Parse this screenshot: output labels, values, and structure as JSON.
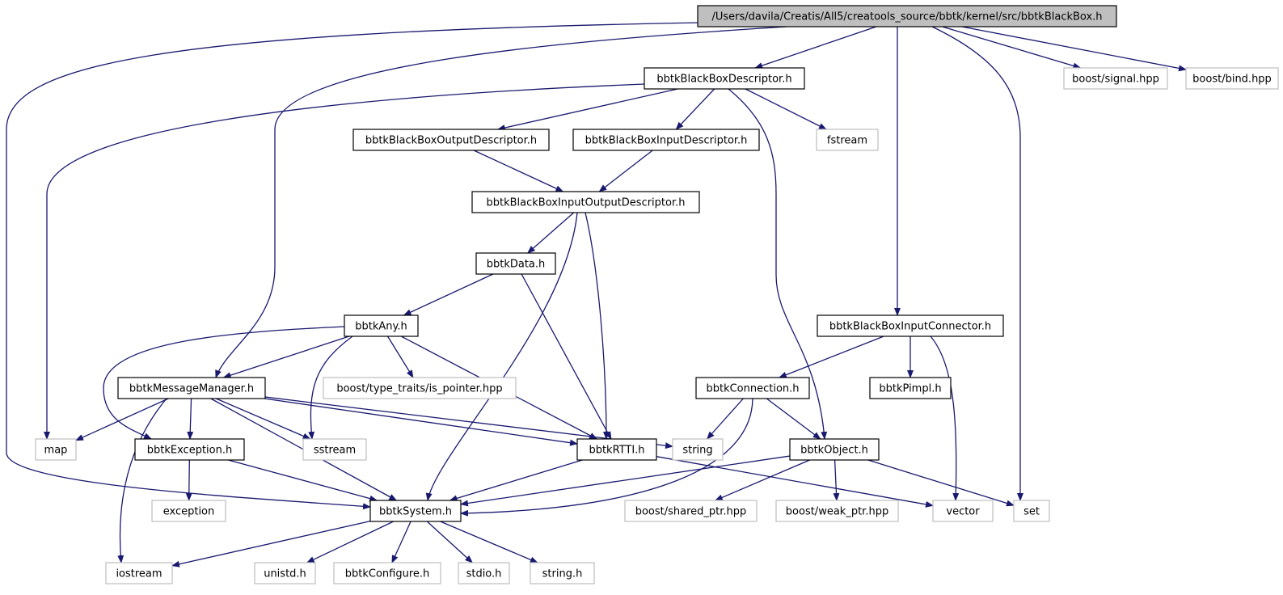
{
  "colors": {
    "edge": "#191970",
    "node_border_internal": "#000000",
    "node_border_external": "#bfbfbf",
    "node_fill_root": "#bfbfbf",
    "node_fill": "#ffffff",
    "text": "#000000"
  },
  "nodes": [
    {
      "id": "root",
      "label": "/Users/davila/Creatis/All5/creatools_source/bbtk/kernel/src/bbtkBlackBox.h",
      "kind": "root"
    },
    {
      "id": "bbdesc",
      "label": "bbtkBlackBoxDescriptor.h",
      "kind": "internal"
    },
    {
      "id": "signal",
      "label": "boost/signal.hpp",
      "kind": "external"
    },
    {
      "id": "bind",
      "label": "boost/bind.hpp",
      "kind": "external"
    },
    {
      "id": "outdesc",
      "label": "bbtkBlackBoxOutputDescriptor.h",
      "kind": "internal"
    },
    {
      "id": "indesc",
      "label": "bbtkBlackBoxInputDescriptor.h",
      "kind": "internal"
    },
    {
      "id": "fstream",
      "label": "fstream",
      "kind": "external"
    },
    {
      "id": "iodesc",
      "label": "bbtkBlackBoxInputOutputDescriptor.h",
      "kind": "internal"
    },
    {
      "id": "data",
      "label": "bbtkData.h",
      "kind": "internal"
    },
    {
      "id": "inconn",
      "label": "bbtkBlackBoxInputConnector.h",
      "kind": "internal"
    },
    {
      "id": "any",
      "label": "bbtkAny.h",
      "kind": "internal"
    },
    {
      "id": "msgmgr",
      "label": "bbtkMessageManager.h",
      "kind": "internal"
    },
    {
      "id": "typetraits",
      "label": "boost/type_traits/is_pointer.hpp",
      "kind": "external"
    },
    {
      "id": "connection",
      "label": "bbtkConnection.h",
      "kind": "internal"
    },
    {
      "id": "pimpl",
      "label": "bbtkPimpl.h",
      "kind": "internal"
    },
    {
      "id": "map",
      "label": "map",
      "kind": "external"
    },
    {
      "id": "exception_h",
      "label": "bbtkException.h",
      "kind": "internal"
    },
    {
      "id": "sstream",
      "label": "sstream",
      "kind": "external"
    },
    {
      "id": "rtti",
      "label": "bbtkRTTI.h",
      "kind": "internal"
    },
    {
      "id": "string",
      "label": "string",
      "kind": "external"
    },
    {
      "id": "object",
      "label": "bbtkObject.h",
      "kind": "internal"
    },
    {
      "id": "exception",
      "label": "exception",
      "kind": "external"
    },
    {
      "id": "system",
      "label": "bbtkSystem.h",
      "kind": "internal"
    },
    {
      "id": "sharedptr",
      "label": "boost/shared_ptr.hpp",
      "kind": "external"
    },
    {
      "id": "weakptr",
      "label": "boost/weak_ptr.hpp",
      "kind": "external"
    },
    {
      "id": "vector",
      "label": "vector",
      "kind": "external"
    },
    {
      "id": "set",
      "label": "set",
      "kind": "external"
    },
    {
      "id": "iostream",
      "label": "iostream",
      "kind": "external"
    },
    {
      "id": "unistd",
      "label": "unistd.h",
      "kind": "external"
    },
    {
      "id": "configure",
      "label": "bbtkConfigure.h",
      "kind": "external"
    },
    {
      "id": "stdio",
      "label": "stdio.h",
      "kind": "external"
    },
    {
      "id": "stringh",
      "label": "string.h",
      "kind": "external"
    }
  ],
  "edges": [
    [
      "root",
      "bbdesc"
    ],
    [
      "root",
      "signal"
    ],
    [
      "root",
      "bind"
    ],
    [
      "root",
      "inconn"
    ],
    [
      "root",
      "set"
    ],
    [
      "root",
      "msgmgr"
    ],
    [
      "root",
      "system"
    ],
    [
      "bbdesc",
      "outdesc"
    ],
    [
      "bbdesc",
      "indesc"
    ],
    [
      "bbdesc",
      "fstream"
    ],
    [
      "bbdesc",
      "object"
    ],
    [
      "bbdesc",
      "map"
    ],
    [
      "outdesc",
      "iodesc"
    ],
    [
      "indesc",
      "iodesc"
    ],
    [
      "iodesc",
      "data"
    ],
    [
      "iodesc",
      "rtti"
    ],
    [
      "iodesc",
      "system"
    ],
    [
      "data",
      "any"
    ],
    [
      "data",
      "rtti"
    ],
    [
      "any",
      "msgmgr"
    ],
    [
      "any",
      "typetraits"
    ],
    [
      "any",
      "exception_h"
    ],
    [
      "any",
      "sstream"
    ],
    [
      "any",
      "rtti"
    ],
    [
      "msgmgr",
      "map"
    ],
    [
      "msgmgr",
      "exception_h"
    ],
    [
      "msgmgr",
      "sstream"
    ],
    [
      "msgmgr",
      "rtti"
    ],
    [
      "msgmgr",
      "string"
    ],
    [
      "msgmgr",
      "system"
    ],
    [
      "msgmgr",
      "iostream"
    ],
    [
      "exception_h",
      "exception"
    ],
    [
      "exception_h",
      "system"
    ],
    [
      "rtti",
      "system"
    ],
    [
      "rtti",
      "vector"
    ],
    [
      "inconn",
      "connection"
    ],
    [
      "inconn",
      "pimpl"
    ],
    [
      "inconn",
      "vector"
    ],
    [
      "connection",
      "string"
    ],
    [
      "connection",
      "object"
    ],
    [
      "connection",
      "system"
    ],
    [
      "object",
      "system"
    ],
    [
      "object",
      "sharedptr"
    ],
    [
      "object",
      "weakptr"
    ],
    [
      "object",
      "set"
    ],
    [
      "system",
      "iostream"
    ],
    [
      "system",
      "unistd"
    ],
    [
      "system",
      "configure"
    ],
    [
      "system",
      "stdio"
    ],
    [
      "system",
      "stringh"
    ]
  ]
}
